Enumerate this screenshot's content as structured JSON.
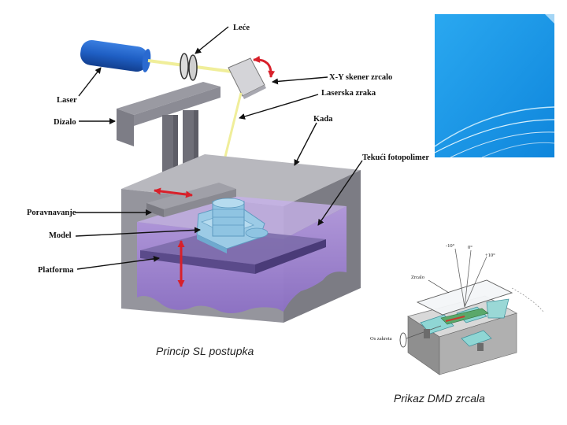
{
  "labels": {
    "lece": "Leće",
    "xy_skener": "X-Y skener zrcalo",
    "laser": "Laser",
    "laserska_zraka": "Laserska zraka",
    "dizalo": "Dizalo",
    "kada": "Kada",
    "tekuci_fotopolimer": "Tekući fotopolimer",
    "poravnavanje": "Poravnavanje",
    "model": "Model",
    "platforma": "Platforma"
  },
  "dmd": {
    "angle_minus": "-10°",
    "angle_zero": "0°",
    "angle_plus": "+10°",
    "zrcalo": "Zrcalo",
    "os_zakretanja": "Os zakreta"
  },
  "captions": {
    "sl": "Princip SL postupka",
    "dmd": "Prikaz DMD zrcala"
  },
  "colors": {
    "laser_body": "#1f5fc4",
    "beam": "#f0ee9a",
    "vat_gray": "#8a8a94",
    "resin": "#a98ad8",
    "model": "#8fc4e2",
    "arrow_red": "#d8202a",
    "corner_blue": "#1e9be8"
  }
}
